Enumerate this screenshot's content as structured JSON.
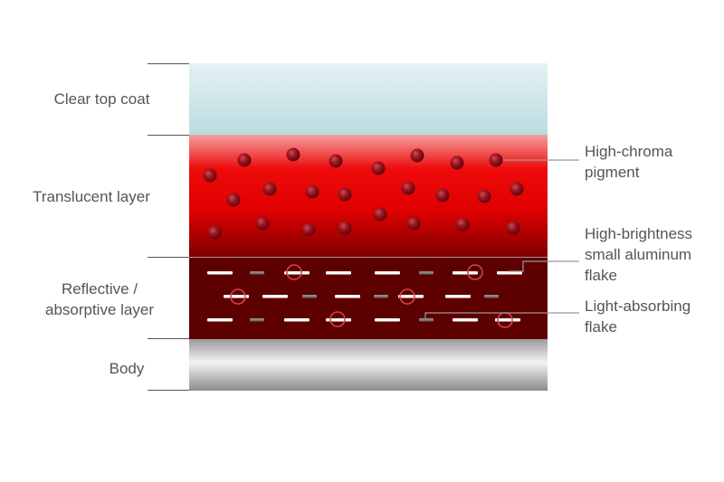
{
  "layers": [
    {
      "id": "top-coat",
      "label_lines": [
        "Clear top coat"
      ]
    },
    {
      "id": "translucent",
      "label_lines": [
        "Translucent layer"
      ]
    },
    {
      "id": "reflective",
      "label_lines": [
        "Reflective /",
        "absorptive layer"
      ]
    },
    {
      "id": "body",
      "label_lines": [
        "Body"
      ]
    }
  ],
  "callouts": [
    {
      "id": "pigment",
      "label_lines": [
        "High-chroma",
        "pigment"
      ]
    },
    {
      "id": "aluminum",
      "label_lines": [
        "High-brightness",
        "small aluminum",
        "flake"
      ]
    },
    {
      "id": "absorbing",
      "label_lines": [
        "Light-absorbing",
        "flake"
      ]
    }
  ],
  "colors": {
    "top_coat_top": "#e4f2f4",
    "top_coat_bottom": "#b9dcdf",
    "translucent_top": "#f3a1a1",
    "translucent_mid": "#ee0a0a",
    "translucent_bottom": "#7e0000",
    "reflective": "#5c0000",
    "body_dark": "#8c8c8c",
    "body_light": "#f3f3f3",
    "pigment": "#8f0d17",
    "aluminum_flake": "#ffffff",
    "absorbing_flake": "#777777",
    "ring": "#d8424a",
    "leader": "#999999",
    "text": "#555555"
  }
}
